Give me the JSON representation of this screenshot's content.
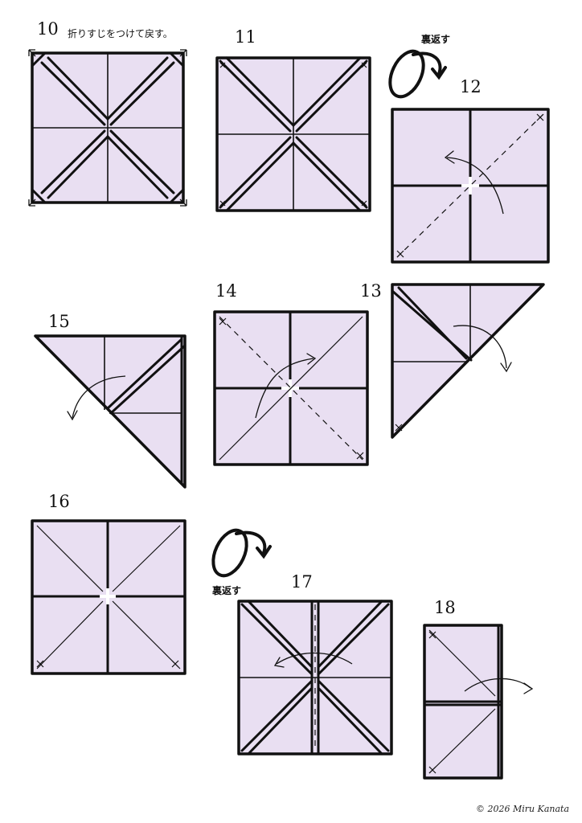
{
  "steps": {
    "s10": {
      "number": "10",
      "instruction": "折りすじをつけて戻す。"
    },
    "s11": {
      "number": "11"
    },
    "s12": {
      "number": "12"
    },
    "s13": {
      "number": "13"
    },
    "s14": {
      "number": "14"
    },
    "s15": {
      "number": "15"
    },
    "s16": {
      "number": "16"
    },
    "s17": {
      "number": "17"
    },
    "s18": {
      "number": "18"
    }
  },
  "turn_over_label": "裏返す",
  "copyright": "© 2026 Miru Kanata",
  "colors": {
    "paper": "#e9dff2",
    "line": "#111111",
    "background": "#ffffff"
  },
  "icons": [
    "turn-over-icon",
    "fold-arrow-icon",
    "crease-mark-icon"
  ]
}
